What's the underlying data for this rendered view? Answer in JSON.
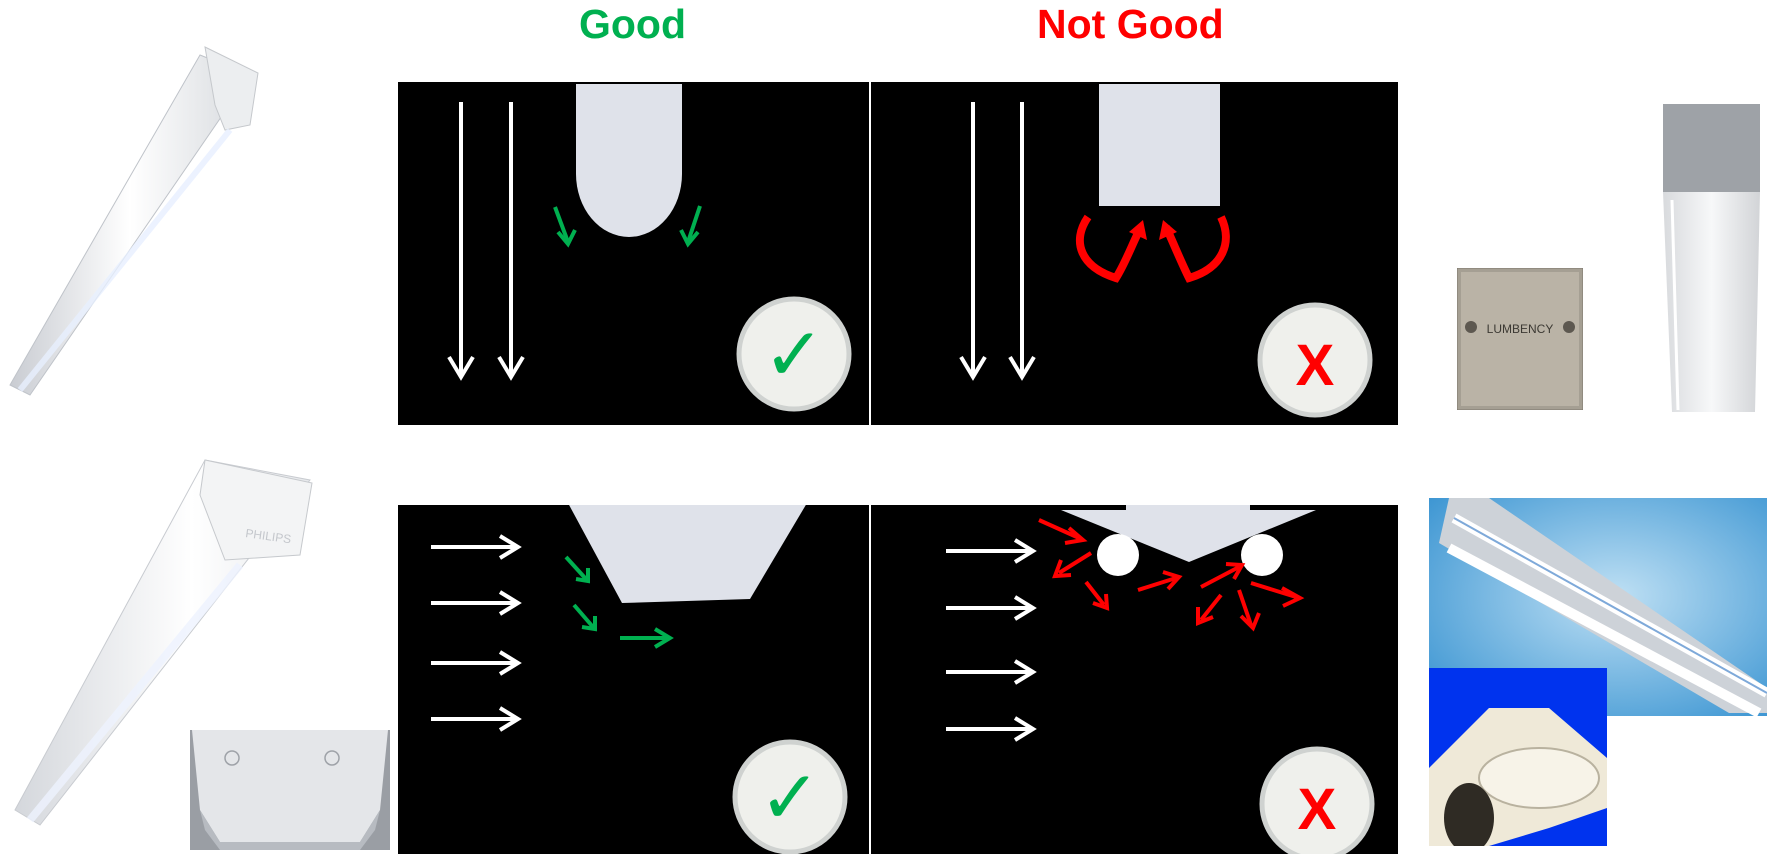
{
  "headings": {
    "good": "Good",
    "not_good": "Not Good"
  },
  "colors": {
    "good": "#00b050",
    "not_good": "#ff0000",
    "panel_background": "#000000",
    "fixture_shape": "#dfe2ea",
    "airflow_arrow": "#ffffff"
  },
  "symbols": {
    "good_mark": "✓",
    "bad_mark": "X"
  },
  "photos": {
    "lumbency_label": "LUMBENCY",
    "philips_label": "PHILIPS"
  }
}
